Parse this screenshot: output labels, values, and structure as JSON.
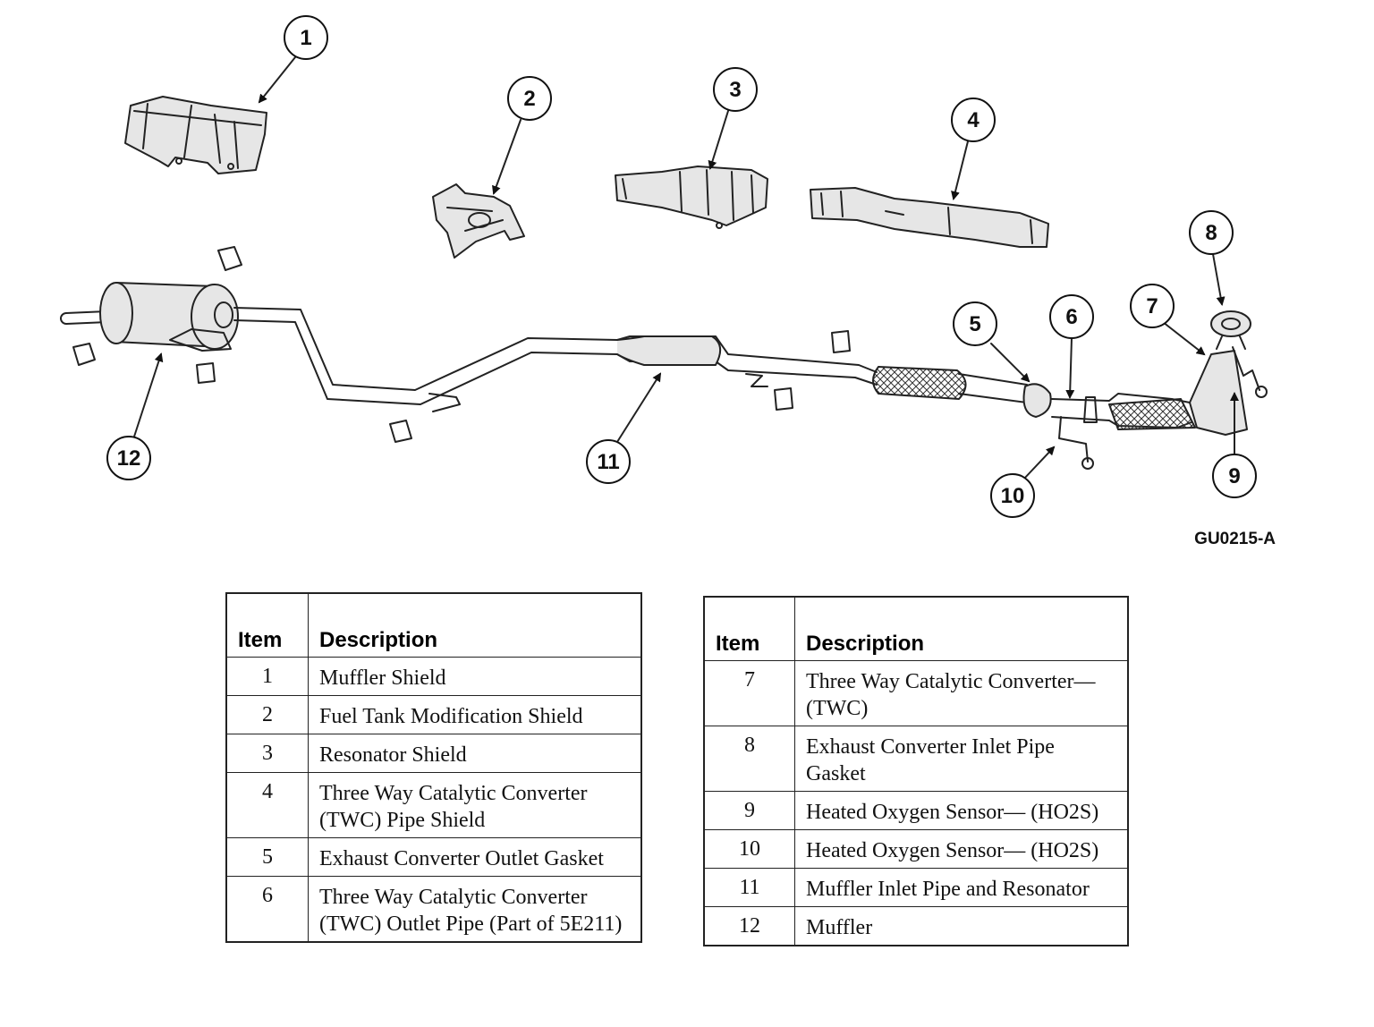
{
  "figure_code": "GU0215-A",
  "callouts": [
    "1",
    "2",
    "3",
    "4",
    "5",
    "6",
    "7",
    "8",
    "9",
    "10",
    "11",
    "12"
  ],
  "table_left": {
    "headers": {
      "item": "Item",
      "description": "Description"
    },
    "rows": [
      {
        "item": "1",
        "description": "Muffler Shield"
      },
      {
        "item": "2",
        "description": "Fuel Tank Modification Shield"
      },
      {
        "item": "3",
        "description": "Resonator Shield"
      },
      {
        "item": "4",
        "description": "Three Way Catalytic Converter (TWC) Pipe Shield"
      },
      {
        "item": "5",
        "description": "Exhaust Converter Outlet Gasket"
      },
      {
        "item": "6",
        "description": "Three Way Catalytic Converter (TWC) Outlet Pipe (Part of 5E211)"
      }
    ]
  },
  "table_right": {
    "headers": {
      "item": "Item",
      "description": "Description"
    },
    "rows": [
      {
        "item": "7",
        "description": "Three Way Catalytic Converter— (TWC)"
      },
      {
        "item": "8",
        "description": "Exhaust Converter Inlet Pipe Gasket"
      },
      {
        "item": "9",
        "description": "Heated Oxygen Sensor— (HO2S)"
      },
      {
        "item": "10",
        "description": "Heated Oxygen Sensor— (HO2S)"
      },
      {
        "item": "11",
        "description": "Muffler Inlet Pipe and Resonator"
      },
      {
        "item": "12",
        "description": "Muffler"
      }
    ]
  }
}
